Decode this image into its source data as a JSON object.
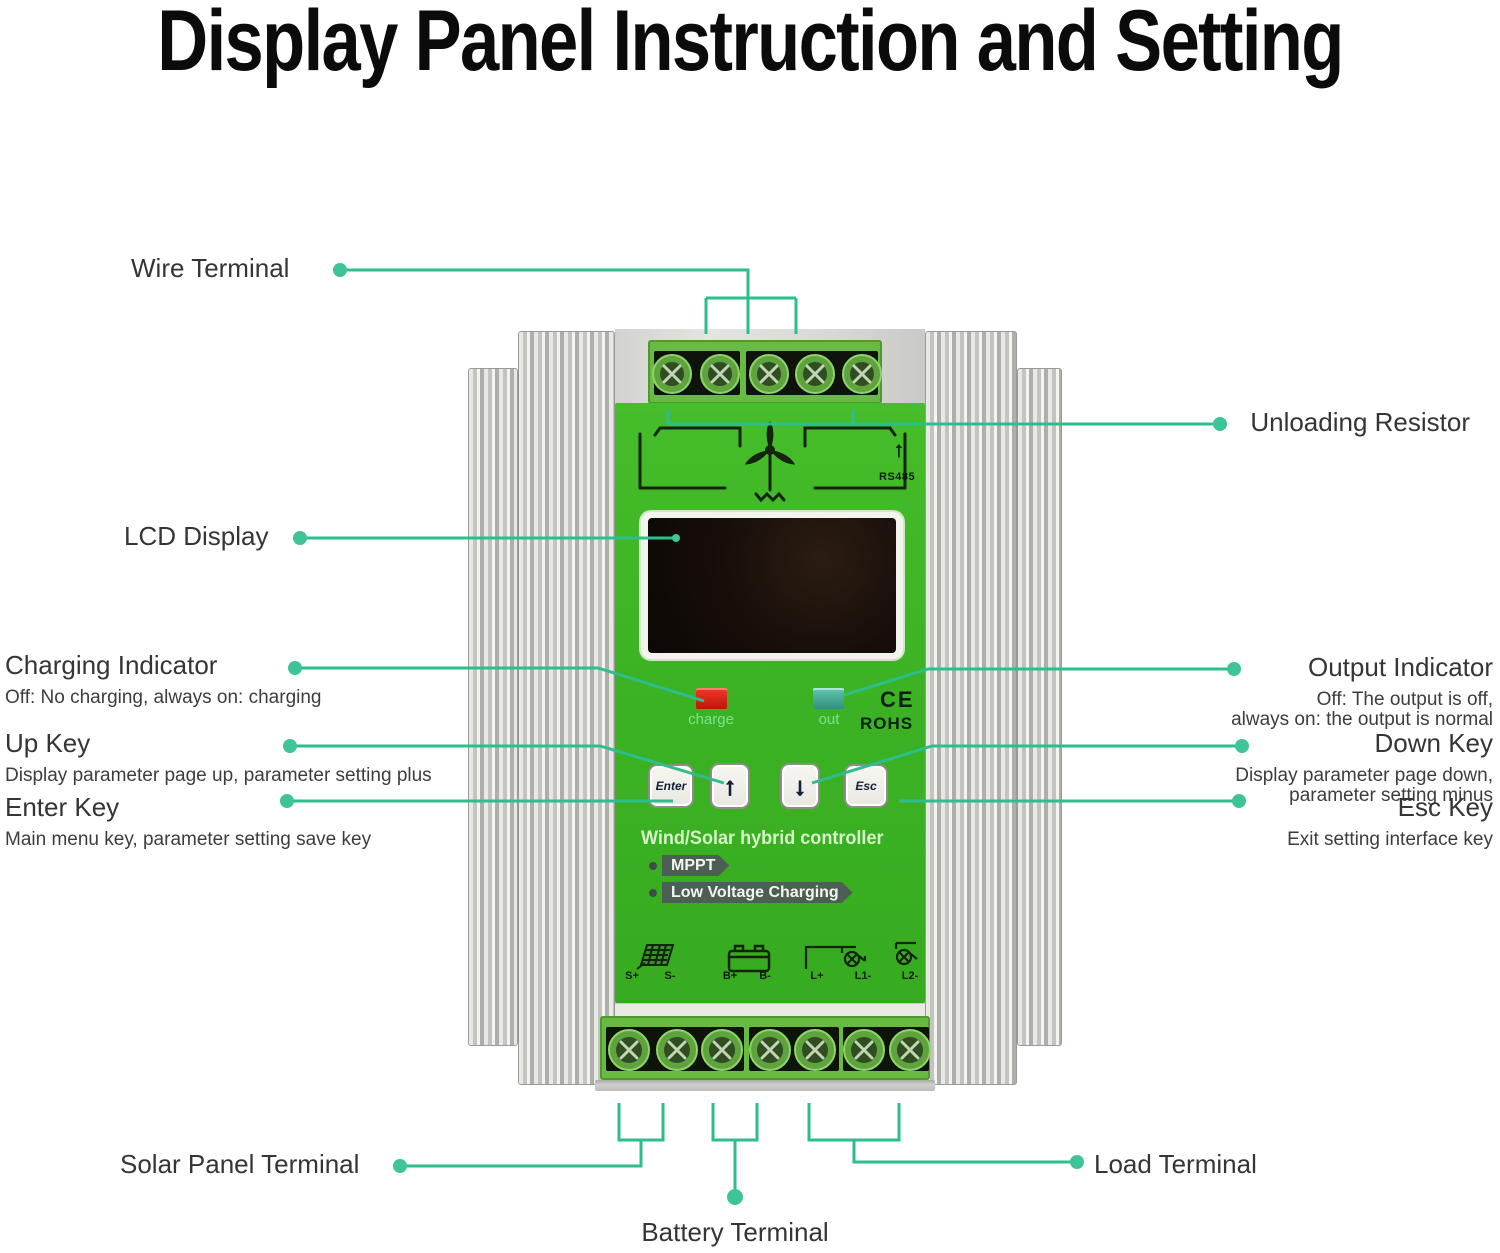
{
  "title": "Display Panel Instruction and Setting",
  "callout_color": "#2ebe8e",
  "labels": {
    "wire_terminal": {
      "title": "Wire Terminal"
    },
    "unloading_resistor": {
      "title": "Unloading Resistor"
    },
    "lcd_display": {
      "title": "LCD Display"
    },
    "charging_indicator": {
      "title": "Charging Indicator",
      "desc": "Off: No charging, always on: charging"
    },
    "up_key": {
      "title": "Up Key",
      "desc": "Display parameter page up, parameter setting plus"
    },
    "enter_key": {
      "title": "Enter Key",
      "desc": "Main menu key, parameter setting save key"
    },
    "output_indicator": {
      "title": "Output Indicator",
      "desc_line1": "Off: The output is off,",
      "desc_line2": "always on: the output is normal"
    },
    "down_key": {
      "title": "Down Key",
      "desc_line1": "Display parameter page down,",
      "desc_line2": "parameter setting minus"
    },
    "esc_key": {
      "title": "Esc Key",
      "desc": "Exit setting interface key"
    },
    "solar_panel_terminal": {
      "title": "Solar Panel Terminal"
    },
    "load_terminal": {
      "title": "Load Terminal"
    },
    "battery_terminal": {
      "title": "Battery Terminal"
    }
  },
  "device": {
    "product_name": "Wind/Solar hybrid controller",
    "feature_badges": [
      "MPPT",
      "Low Voltage Charging"
    ],
    "rs485_label": "RS485",
    "rs485_arrow": "↑",
    "charge_led_label": "charge",
    "out_led_label": "out",
    "ce_mark": "CE",
    "rohs_mark": "ROHS",
    "buttons": {
      "enter": "Enter",
      "up_icon": "↑",
      "down_icon": "↓",
      "esc": "Esc"
    },
    "terminal_labels": [
      "S+",
      "S-",
      "B+",
      "B-",
      "L+",
      "L1-",
      "L2-"
    ],
    "colors": {
      "panel_green": "#3db622",
      "terminal_green": "#68ba43",
      "led_red": "#d8281a",
      "led_teal": "#49b39b",
      "callout": "#2ebe8e"
    }
  }
}
